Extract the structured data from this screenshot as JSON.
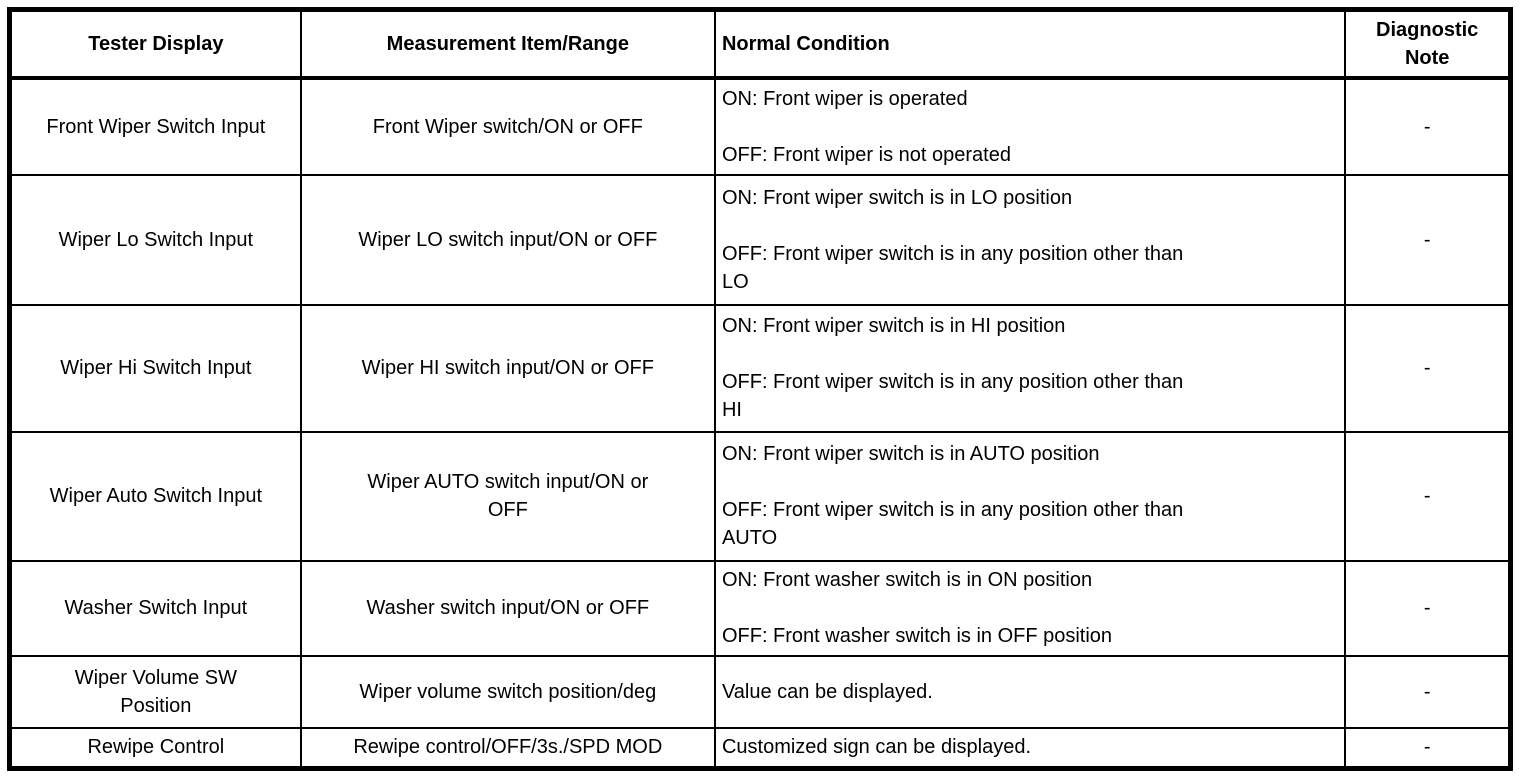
{
  "colors": {
    "border": "#000000",
    "text": "#000000",
    "background": "#ffffff"
  },
  "table": {
    "columns": [
      {
        "label": "Tester Display"
      },
      {
        "label": "Measurement Item/Range"
      },
      {
        "label": "Normal Condition"
      },
      {
        "label": "Diagnostic\nNote"
      }
    ],
    "rows": [
      {
        "tester_display": "Front Wiper Switch Input",
        "measurement": "Front Wiper switch/ON or OFF",
        "conditions": [
          "ON: Front wiper is operated",
          "OFF: Front wiper is not operated"
        ],
        "note": "-"
      },
      {
        "tester_display": "Wiper Lo Switch Input",
        "measurement": "Wiper LO switch input/ON or OFF",
        "conditions": [
          "ON: Front wiper switch is in LO position",
          "OFF: Front wiper switch is in any position other than\nLO"
        ],
        "note": "-"
      },
      {
        "tester_display": "Wiper Hi Switch Input",
        "measurement": "Wiper HI switch input/ON or OFF",
        "conditions": [
          "ON: Front wiper switch is in HI position",
          "OFF: Front wiper switch is in any position other than\nHI"
        ],
        "note": "-"
      },
      {
        "tester_display": "Wiper Auto Switch Input",
        "measurement": "Wiper AUTO switch input/ON or\nOFF",
        "conditions": [
          "ON: Front wiper switch is in AUTO position",
          "OFF: Front wiper switch is in any position other than\nAUTO"
        ],
        "note": "-"
      },
      {
        "tester_display": "Washer Switch Input",
        "measurement": "Washer switch input/ON or OFF",
        "conditions": [
          "ON: Front washer switch is in ON position",
          "OFF: Front washer switch is in OFF position"
        ],
        "note": "-"
      },
      {
        "tester_display": "Wiper Volume SW\nPosition",
        "measurement": "Wiper volume switch position/deg",
        "conditions": [
          "Value can be displayed."
        ],
        "note": "-"
      },
      {
        "tester_display": "Rewipe Control",
        "measurement": "Rewipe control/OFF/3s./SPD MOD",
        "conditions": [
          "Customized sign can be displayed."
        ],
        "note": "-"
      }
    ]
  }
}
